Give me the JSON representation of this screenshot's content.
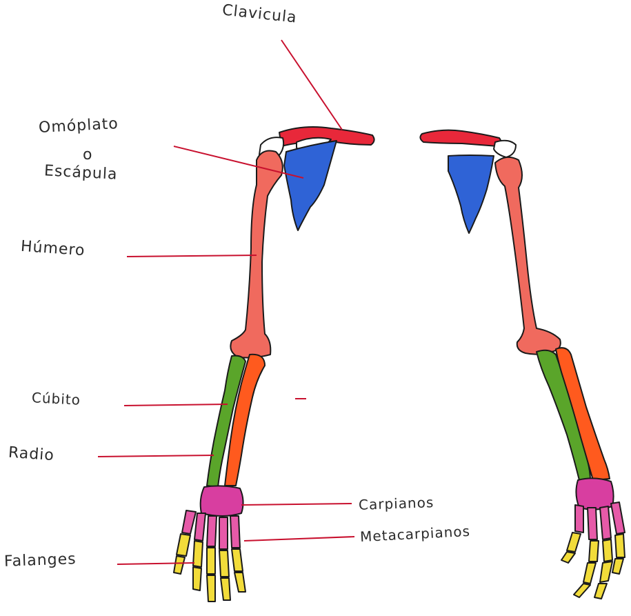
{
  "labels": {
    "clavicula": "Clavicula",
    "omoplato_1": "Omóplato",
    "omoplato_2": "o",
    "omoplato_3": "Escápula",
    "humero": "Húmero",
    "cubito": "Cúbito",
    "radio": "Radio",
    "carpianos": "Carpianos",
    "metacarpianos": "Metacarpianos",
    "falanges": "Falanges"
  },
  "colors": {
    "clavicle": "#e8283a",
    "scapula": "#2f63d6",
    "humerus": "#f06a5e",
    "ulna": "#5aa52a",
    "radius": "#ff5a1e",
    "carpals": "#d83ea0",
    "metacarpals": "#e65aa8",
    "phalanges": "#f2dc3a",
    "leader_line": "#c8102e",
    "outline": "#1a1a1a"
  }
}
